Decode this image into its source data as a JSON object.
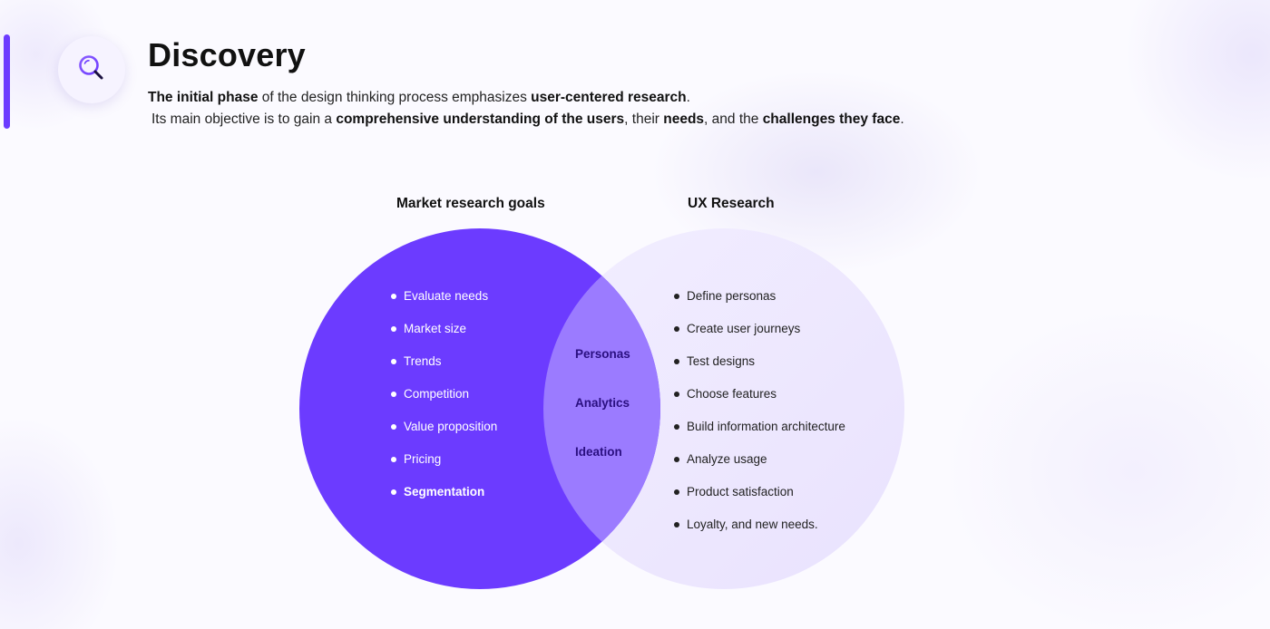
{
  "header": {
    "title": "Discovery",
    "icon": "search-icon",
    "description_line1": [
      {
        "text": "The initial phase",
        "bold": true
      },
      {
        "text": " of the design thinking process emphasizes ",
        "bold": false
      },
      {
        "text": "user-centered research",
        "bold": true
      },
      {
        "text": ".",
        "bold": false
      }
    ],
    "description_line2": [
      {
        "text": "Its main objective is to gain a ",
        "bold": false
      },
      {
        "text": "comprehensive understanding of the users",
        "bold": true
      },
      {
        "text": ", their ",
        "bold": false
      },
      {
        "text": "needs",
        "bold": true
      },
      {
        "text": ", and the ",
        "bold": false
      },
      {
        "text": "challenges they face",
        "bold": true
      },
      {
        "text": ".",
        "bold": false
      }
    ]
  },
  "colors": {
    "accent": "#6c3bff",
    "left_circle": "#6c3bff",
    "right_circle": "#ede7fe",
    "overlap": "#9b7bff",
    "overlap_text": "#2a0f80"
  },
  "venn": {
    "left": {
      "title": "Market research goals",
      "items": [
        "Evaluate needs",
        "Market size",
        "Trends",
        "Competition",
        "Value proposition",
        "Pricing",
        "Segmentation"
      ]
    },
    "right": {
      "title": "UX Research",
      "items": [
        "Define personas",
        "Create user journeys",
        "Test designs",
        "Choose features",
        "Build information architecture",
        "Analyze usage",
        "Product satisfaction",
        "Loyalty, and new needs."
      ]
    },
    "overlap": {
      "items": [
        "Personas",
        "Analytics",
        "Ideation"
      ]
    }
  }
}
